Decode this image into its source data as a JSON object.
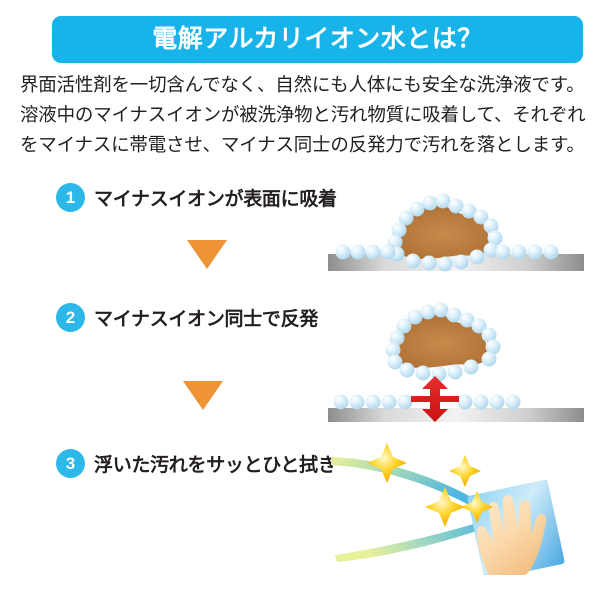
{
  "header": {
    "title": "電解アルカリイオン水とは？",
    "background_color": "#18b4e9",
    "text_color": "#ffffff"
  },
  "intro": {
    "line1": "界面活性剤を一切含んでなく、自然にも人体にも安全な洗浄液です。",
    "line2": "溶液中のマイナスイオンが被洗浄物と汚れ物質に吸着して、それぞれ",
    "line3": "をマイナスに帯電させ、マイナス同士の反発力で汚れを落とします。"
  },
  "steps": [
    {
      "number": "1",
      "label": "マイナスイオンが表面に吸着",
      "badge_color": "#2cb8e8",
      "illustration": "dirt-on-surface-with-ions"
    },
    {
      "number": "2",
      "label": "マイナスイオン同士で反発",
      "badge_color": "#2cb8e8",
      "illustration": "dirt-lifted-with-red-repulsion-arrow"
    },
    {
      "number": "3",
      "label": "浮いた汚れをサッとひと拭き",
      "badge_color": "#2cb8e8",
      "illustration": "hand-wiping-with-cloth-and-sparkles"
    }
  ],
  "arrows": {
    "color": "#ef9337",
    "direction": "down",
    "count": 2
  },
  "colors": {
    "dirt_brown": "#b5763a",
    "ion_blue": "#bfe0f2",
    "surface_gray": "#a8a8a8",
    "repulsion_red": "#dd2222",
    "sparkle_yellow": "#ffd42a",
    "cloth_blue": "#5cb8ea",
    "hand_skin": "#fbd9ab",
    "text_dark": "#231f20"
  }
}
